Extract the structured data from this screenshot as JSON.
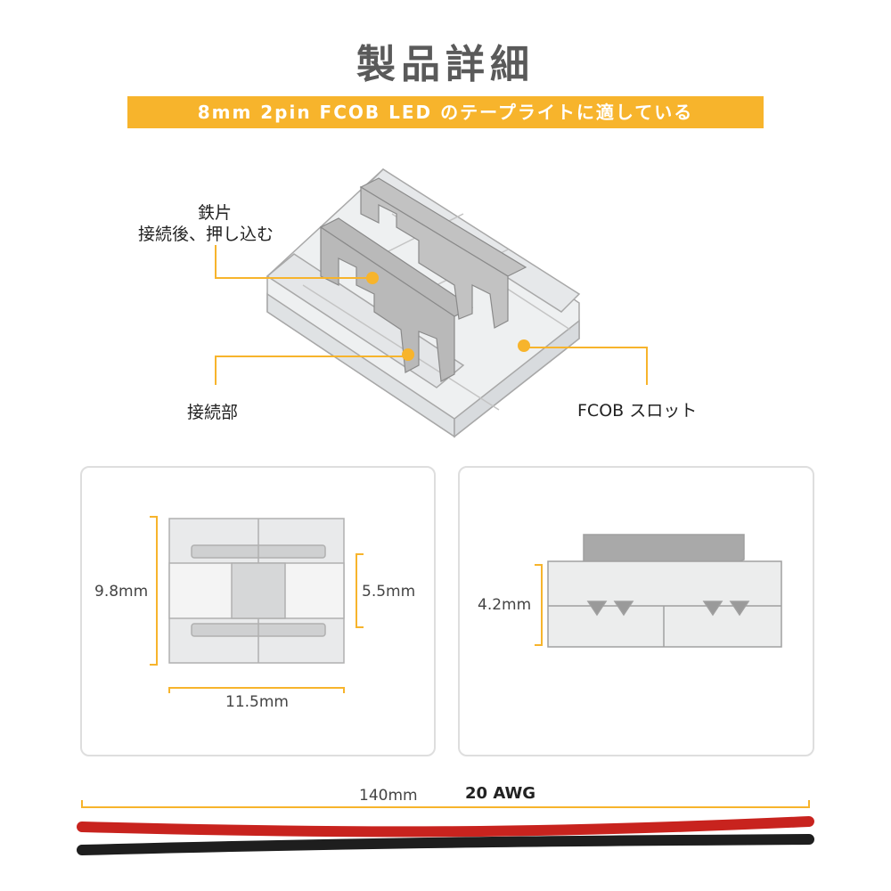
{
  "header": {
    "title": "製品詳細",
    "banner": "8mm 2pin FCOB LED のテープライトに適している"
  },
  "callouts": {
    "iron_piece_line1": "鉄片",
    "iron_piece_line2": "接続後、押し込む",
    "connection_part": "接続部",
    "fcob_slot": "FCOB スロット"
  },
  "dimensions": {
    "height_total": "9.8mm",
    "height_inner": "5.5mm",
    "width": "11.5mm",
    "thickness": "4.2mm"
  },
  "wire": {
    "length": "140mm",
    "gauge": "20 AWG",
    "colors": {
      "red": "#c8231e",
      "black": "#1e1e1e"
    }
  },
  "colors": {
    "accent": "#f7b42c",
    "title": "#5a5a5a"
  }
}
